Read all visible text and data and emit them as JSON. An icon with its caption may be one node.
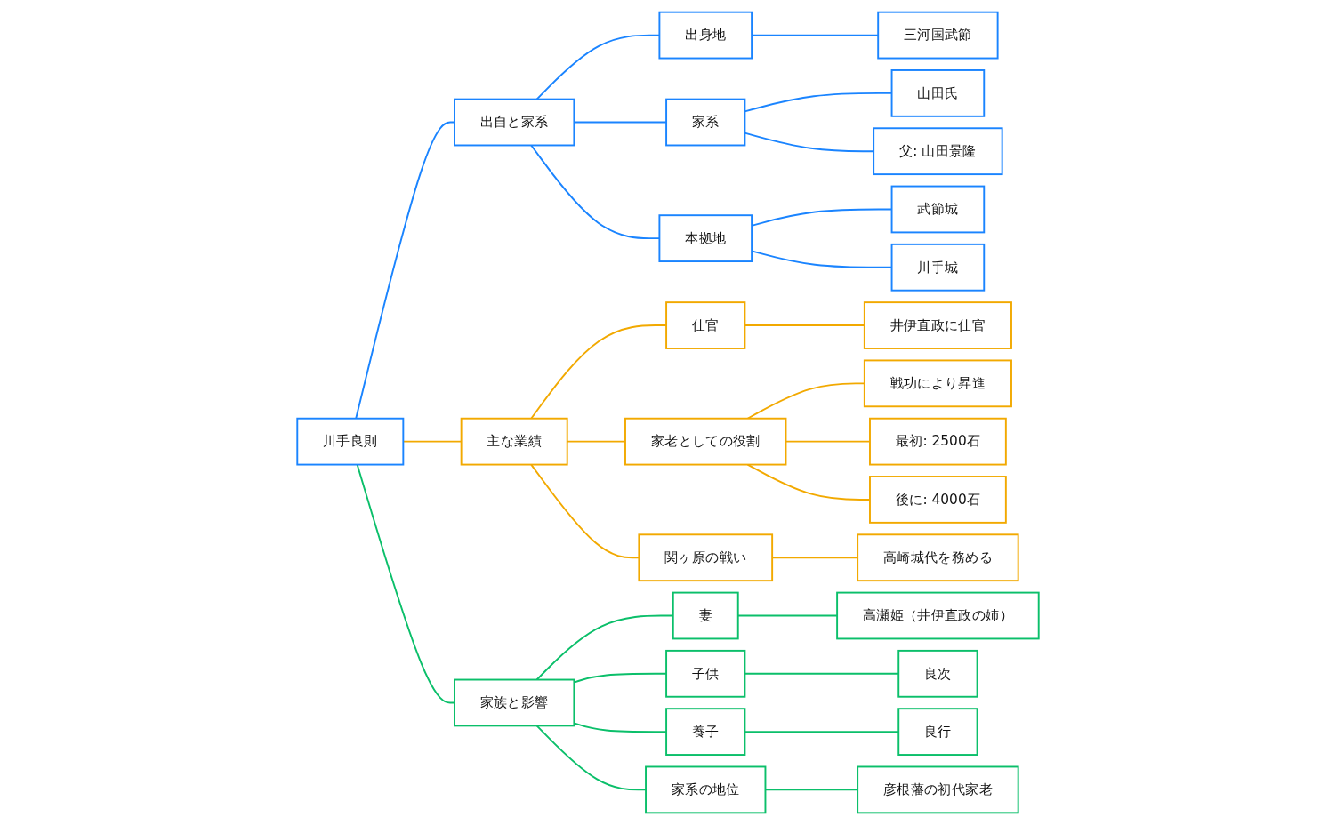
{
  "diagram": {
    "nodes": [
      {
        "text": [
          "川手良則"
        ]
      },
      {
        "text": [
          "出自と家系"
        ]
      },
      {
        "text": [
          "出身地"
        ]
      },
      {
        "text": [
          "三河国武節"
        ]
      },
      {
        "text": [
          "家系"
        ]
      },
      {
        "text": [
          "山田氏"
        ]
      },
      {
        "text": [
          "父: 山田景隆"
        ]
      },
      {
        "text": [
          "本拠地"
        ]
      },
      {
        "text": [
          "武節城"
        ]
      },
      {
        "text": [
          "川手城"
        ]
      },
      {
        "text": [
          "主な業績"
        ]
      },
      {
        "text": [
          "仕官"
        ]
      },
      {
        "text": [
          "井伊直政に仕官"
        ]
      },
      {
        "text": [
          "家老としての役割"
        ]
      },
      {
        "text": [
          "戦功により昇進"
        ]
      },
      {
        "text": [
          "最初: 2500石"
        ]
      },
      {
        "text": [
          "後に: 4000石"
        ]
      },
      {
        "text": [
          "関ヶ原の戦い"
        ]
      },
      {
        "text": [
          "高崎城代を務める"
        ]
      },
      {
        "text": [
          "家族と影響"
        ]
      },
      {
        "text": [
          "妻"
        ]
      },
      {
        "text": [
          "高瀬姫（井伊直政の姉）"
        ]
      },
      {
        "text": [
          "子供"
        ]
      },
      {
        "text": [
          "良次"
        ]
      },
      {
        "text": [
          "養子"
        ]
      },
      {
        "text": [
          "良行"
        ]
      },
      {
        "text": [
          "家系の地位"
        ]
      },
      {
        "text": [
          "彦根藩の初代家老"
        ]
      }
    ],
    "edges": [
      {
        "from": 0,
        "to": 1,
        "arrow": "none",
        "color": "#1a84ff"
      },
      {
        "from": 1,
        "to": 2,
        "arrow": "none",
        "color": "#1a84ff"
      },
      {
        "from": 2,
        "to": 3,
        "arrow": "none",
        "color": "#1a84ff"
      },
      {
        "from": 1,
        "to": 4,
        "arrow": "none",
        "color": "#1a84ff"
      },
      {
        "from": 4,
        "to": 5,
        "arrow": "none",
        "color": "#1a84ff"
      },
      {
        "from": 4,
        "to": 6,
        "arrow": "none",
        "color": "#1a84ff"
      },
      {
        "from": 1,
        "to": 7,
        "arrow": "none",
        "color": "#1a84ff"
      },
      {
        "from": 7,
        "to": 8,
        "arrow": "none",
        "color": "#1a84ff"
      },
      {
        "from": 7,
        "to": 9,
        "arrow": "none",
        "color": "#1a84ff"
      },
      {
        "from": 0,
        "to": 10,
        "arrow": "none",
        "color": "#f2a900"
      },
      {
        "from": 10,
        "to": 11,
        "arrow": "none",
        "color": "#f2a900"
      },
      {
        "from": 11,
        "to": 12,
        "arrow": "none",
        "color": "#f2a900"
      },
      {
        "from": 10,
        "to": 13,
        "arrow": "none",
        "color": "#f2a900"
      },
      {
        "from": 13,
        "to": 14,
        "arrow": "none",
        "color": "#f2a900"
      },
      {
        "from": 13,
        "to": 15,
        "arrow": "none",
        "color": "#f2a900"
      },
      {
        "from": 13,
        "to": 16,
        "arrow": "none",
        "color": "#f2a900"
      },
      {
        "from": 10,
        "to": 17,
        "arrow": "none",
        "color": "#f2a900"
      },
      {
        "from": 17,
        "to": 18,
        "arrow": "none",
        "color": "#f2a900"
      },
      {
        "from": 0,
        "to": 19,
        "arrow": "none",
        "color": "#0bbf6a"
      },
      {
        "from": 19,
        "to": 20,
        "arrow": "none",
        "color": "#0bbf6a"
      },
      {
        "from": 20,
        "to": 21,
        "arrow": "none",
        "color": "#0bbf6a"
      },
      {
        "from": 19,
        "to": 22,
        "arrow": "none",
        "color": "#0bbf6a"
      },
      {
        "from": 22,
        "to": 23,
        "arrow": "none",
        "color": "#0bbf6a"
      },
      {
        "from": 19,
        "to": 24,
        "arrow": "none",
        "color": "#0bbf6a"
      },
      {
        "from": 24,
        "to": 25,
        "arrow": "none",
        "color": "#0bbf6a"
      },
      {
        "from": 19,
        "to": 26,
        "arrow": "none",
        "color": "#0bbf6a"
      },
      {
        "from": 26,
        "to": 27,
        "arrow": "none",
        "color": "#0bbf6a"
      }
    ]
  }
}
